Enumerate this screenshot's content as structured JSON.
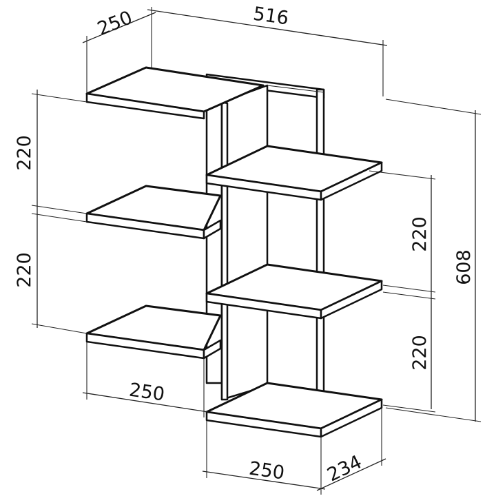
{
  "dimensions": {
    "top_depth": "250",
    "total_width": "516",
    "left_gap_upper": "220",
    "left_gap_lower": "220",
    "right_gap_upper": "220",
    "right_gap_lower": "220",
    "total_height": "608",
    "left_shelf_width": "250",
    "bottom_shelf_width": "250",
    "bottom_shelf_depth": "234"
  },
  "colors": {
    "line": "#111111",
    "background": "#ffffff"
  }
}
